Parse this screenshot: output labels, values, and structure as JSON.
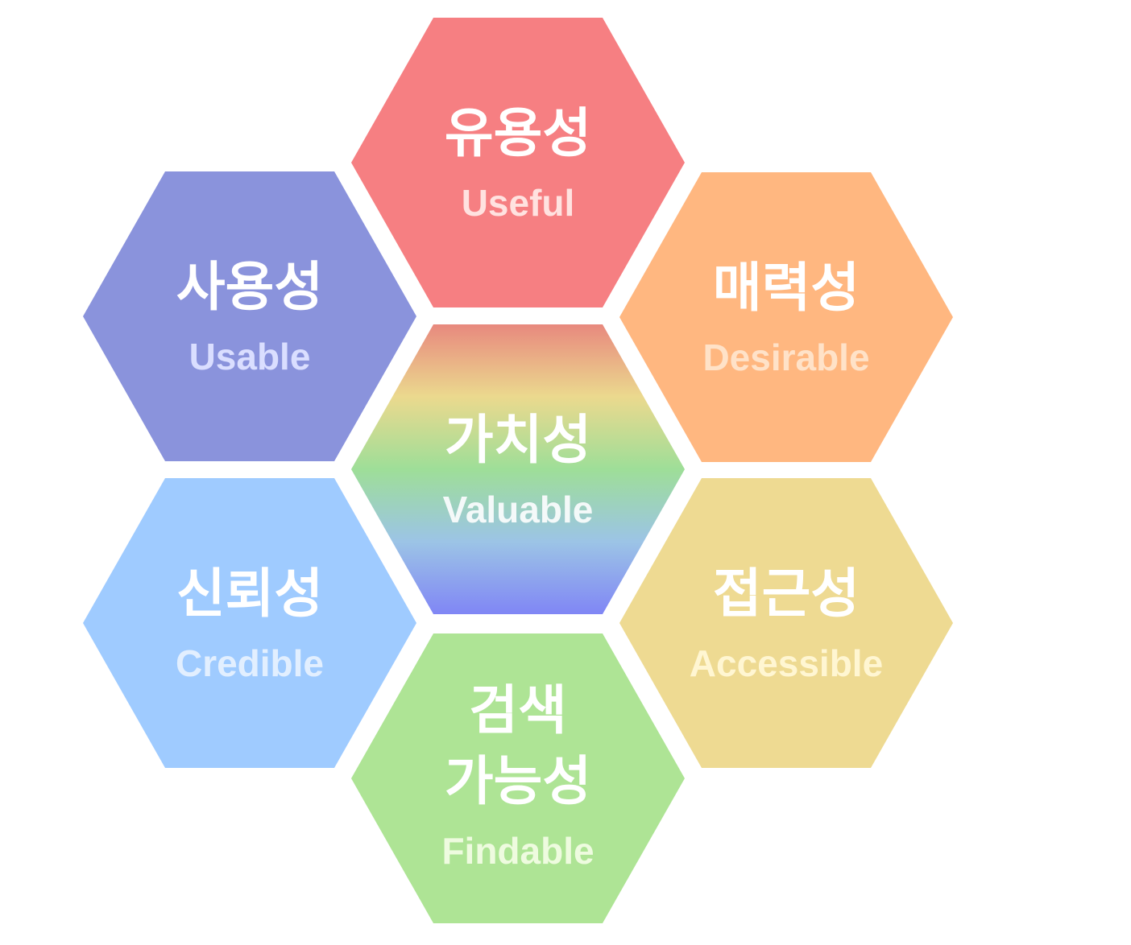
{
  "hexagons": [
    {
      "id": "useful",
      "korean": [
        "유용성"
      ],
      "english": "Useful",
      "fill": "#F67F82",
      "text_color": "#FFE2E0"
    },
    {
      "id": "usable",
      "korean": [
        "사용성"
      ],
      "english": "Usable",
      "fill": "#8A93DC",
      "text_color": "#DADEFF"
    },
    {
      "id": "desirable",
      "korean": [
        "매력성"
      ],
      "english": "Desirable",
      "fill": "#FFB780",
      "text_color": "#FFE2C8"
    },
    {
      "id": "valuable",
      "korean": [
        "가치성"
      ],
      "english": "Valuable",
      "fill": "gradient",
      "text_color": "#F4F9F9"
    },
    {
      "id": "credible",
      "korean": [
        "신뢰성"
      ],
      "english": "Credible",
      "fill": "#9FCBFF",
      "text_color": "#E2EFFF"
    },
    {
      "id": "accessible",
      "korean": [
        "접근성"
      ],
      "english": "Accessible",
      "fill": "#EEDA92",
      "text_color": "#FFF6D2"
    },
    {
      "id": "findable",
      "korean": [
        "검색",
        "가능성"
      ],
      "english": "Findable",
      "fill": "#AEE495",
      "text_color": "#EEFBDF"
    }
  ],
  "valuable_gradient": [
    "#E8897E",
    "#EBD98E",
    "#9EDE98",
    "#9CC4E6",
    "#8086F5"
  ]
}
